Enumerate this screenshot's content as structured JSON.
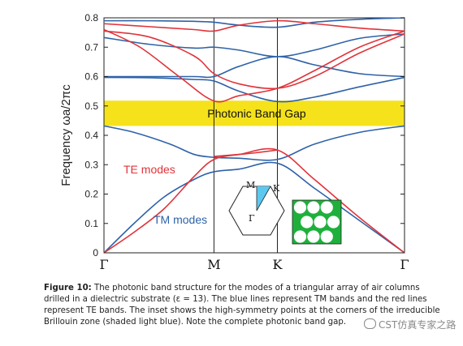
{
  "chart_data": {
    "type": "line",
    "ylabel": "Frequency  ωa/2πc",
    "ylim": [
      0,
      0.8
    ],
    "yticks": [
      "0",
      "0.1",
      "0.2",
      "0.3",
      "0.4",
      "0.5",
      "0.6",
      "0.7",
      "0.8"
    ],
    "x_symmetry_points": [
      {
        "label": "Γ",
        "pos": 0.0
      },
      {
        "label": "M",
        "pos": 0.366
      },
      {
        "label": "K",
        "pos": 0.577
      },
      {
        "label": "Γ",
        "pos": 1.0
      }
    ],
    "band_gap": {
      "label": "Photonic Band Gap",
      "range": [
        0.432,
        0.518
      ],
      "color": "#f5e21b"
    },
    "annotations": {
      "te_label": "TE modes",
      "tm_label": "TM modes"
    },
    "colors": {
      "tm": "#2e62a8",
      "te": "#e0333a",
      "gap": "#f5e21b",
      "inset_fill": "#5bc8f0",
      "crystal_green": "#1fb03c"
    },
    "inset": {
      "m_label": "M",
      "k_label": "K",
      "gamma_label": "Γ"
    },
    "series": [
      {
        "mode": "TM",
        "points": [
          [
            0,
            0
          ],
          [
            0.1,
            0.1
          ],
          [
            0.2,
            0.19
          ],
          [
            0.3,
            0.25
          ],
          [
            0.366,
            0.276
          ],
          [
            0.45,
            0.285
          ],
          [
            0.577,
            0.305
          ],
          [
            0.7,
            0.22
          ],
          [
            0.85,
            0.11
          ],
          [
            1,
            0
          ]
        ]
      },
      {
        "mode": "TM",
        "points": [
          [
            0,
            0.432
          ],
          [
            0.1,
            0.41
          ],
          [
            0.22,
            0.37
          ],
          [
            0.3,
            0.335
          ],
          [
            0.366,
            0.325
          ],
          [
            0.45,
            0.322
          ],
          [
            0.577,
            0.318
          ],
          [
            0.7,
            0.37
          ],
          [
            0.85,
            0.41
          ],
          [
            1,
            0.432
          ]
        ]
      },
      {
        "mode": "TM",
        "points": [
          [
            0,
            0.597
          ],
          [
            0.15,
            0.596
          ],
          [
            0.3,
            0.59
          ],
          [
            0.366,
            0.585
          ],
          [
            0.45,
            0.55
          ],
          [
            0.577,
            0.515
          ],
          [
            0.7,
            0.53
          ],
          [
            0.85,
            0.565
          ],
          [
            1,
            0.597
          ]
        ]
      },
      {
        "mode": "TM",
        "points": [
          [
            0,
            0.6
          ],
          [
            0.15,
            0.6
          ],
          [
            0.3,
            0.6
          ],
          [
            0.366,
            0.6
          ],
          [
            0.45,
            0.635
          ],
          [
            0.577,
            0.668
          ],
          [
            0.7,
            0.64
          ],
          [
            0.85,
            0.61
          ],
          [
            1,
            0.6
          ]
        ]
      },
      {
        "mode": "TM",
        "points": [
          [
            0,
            0.733
          ],
          [
            0.15,
            0.71
          ],
          [
            0.3,
            0.697
          ],
          [
            0.366,
            0.7
          ],
          [
            0.45,
            0.69
          ],
          [
            0.577,
            0.668
          ],
          [
            0.7,
            0.69
          ],
          [
            0.85,
            0.73
          ],
          [
            1,
            0.745
          ]
        ]
      },
      {
        "mode": "TM",
        "points": [
          [
            0,
            0.79
          ],
          [
            0.15,
            0.79
          ],
          [
            0.3,
            0.788
          ],
          [
            0.366,
            0.785
          ],
          [
            0.45,
            0.775
          ],
          [
            0.577,
            0.768
          ],
          [
            0.7,
            0.785
          ],
          [
            0.85,
            0.795
          ],
          [
            1,
            0.8
          ]
        ]
      },
      {
        "mode": "TE",
        "points": [
          [
            0,
            0
          ],
          [
            0.1,
            0.07
          ],
          [
            0.2,
            0.15
          ],
          [
            0.3,
            0.26
          ],
          [
            0.366,
            0.318
          ],
          [
            0.45,
            0.335
          ],
          [
            0.577,
            0.35
          ],
          [
            0.7,
            0.25
          ],
          [
            0.85,
            0.12
          ],
          [
            1,
            0
          ]
        ]
      },
      {
        "mode": "TE",
        "points": [
          [
            0.366,
            0.328
          ],
          [
            0.45,
            0.335
          ],
          [
            0.5,
            0.34
          ],
          [
            0.577,
            0.35
          ]
        ]
      },
      {
        "mode": "TE",
        "points": [
          [
            0,
            0.76
          ],
          [
            0.12,
            0.7
          ],
          [
            0.25,
            0.6
          ],
          [
            0.366,
            0.517
          ],
          [
            0.45,
            0.535
          ],
          [
            0.577,
            0.56
          ],
          [
            0.7,
            0.62
          ],
          [
            0.85,
            0.7
          ],
          [
            1,
            0.755
          ]
        ]
      },
      {
        "mode": "TE",
        "points": [
          [
            0,
            0.755
          ],
          [
            0.15,
            0.735
          ],
          [
            0.3,
            0.67
          ],
          [
            0.366,
            0.61
          ],
          [
            0.45,
            0.575
          ],
          [
            0.577,
            0.56
          ],
          [
            0.7,
            0.6
          ],
          [
            0.85,
            0.68
          ],
          [
            1,
            0.745
          ]
        ]
      },
      {
        "mode": "TE",
        "points": [
          [
            0,
            0.78
          ],
          [
            0.15,
            0.77
          ],
          [
            0.3,
            0.76
          ],
          [
            0.366,
            0.755
          ],
          [
            0.45,
            0.775
          ],
          [
            0.577,
            0.79
          ],
          [
            0.7,
            0.78
          ],
          [
            0.85,
            0.765
          ],
          [
            1,
            0.755
          ]
        ]
      }
    ]
  },
  "caption": {
    "label": "Figure 10:",
    "text": " The photonic band structure for the modes of a triangular array of air columns drilled in a dielectric substrate (ε = 13). The blue lines represent TM bands and the red lines represent TE bands. The inset shows the high-symmetry points at the corners of the irreducible Brillouin zone (shaded light blue). Note the complete photonic band gap."
  },
  "watermark": {
    "text": "CST仿真专家之路"
  }
}
